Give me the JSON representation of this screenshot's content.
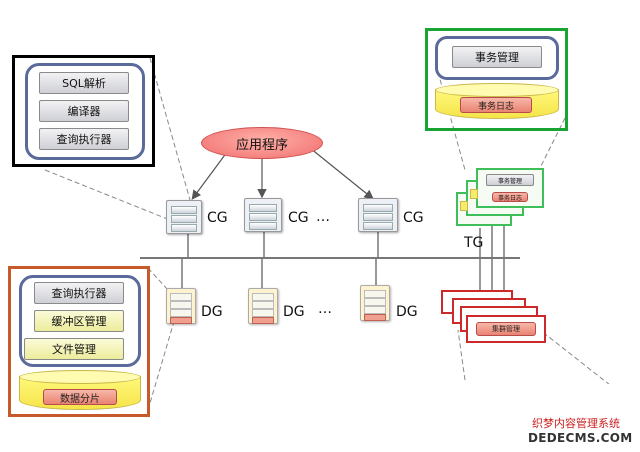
{
  "colors": {
    "black_frame": "#000000",
    "green_frame": "#19a332",
    "orange_frame": "#c65a2a",
    "red_frame": "#cc2a2a",
    "app_ellipse": "#f06e6e",
    "cylinder": "#fff27a"
  },
  "cg_detail": {
    "items": [
      "SQL解析",
      "编译器",
      "查询执行器"
    ]
  },
  "tg_detail": {
    "manager": "事务管理",
    "log": "事务日志"
  },
  "dg_detail": {
    "items": [
      "查询执行器",
      "缓冲区管理",
      "文件管理"
    ],
    "partition": "数据分片"
  },
  "app": {
    "label": "应用程序"
  },
  "nodes": {
    "cg": "CG",
    "dg": "DG",
    "tg": "TG",
    "ellipsis": "…"
  },
  "tg_stack": {
    "manager": "事务管理",
    "log": "事务日志"
  },
  "red_stack": {
    "label": "集群管理"
  },
  "watermark": {
    "line1": "织梦内容管理系统",
    "line2": "DEDECMS.COM"
  }
}
